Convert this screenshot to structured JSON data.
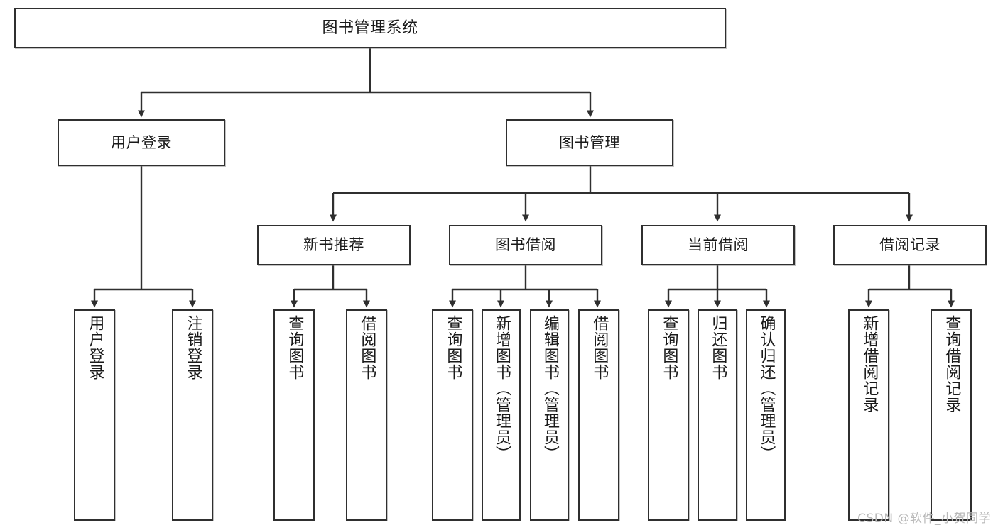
{
  "diagram": {
    "title": "图书管理系统",
    "type": "hierarchy-tree",
    "watermark": "CSDN @软件_小贺同学",
    "colors": {
      "border": "#2f2f2f",
      "fill": "#ffffff",
      "text": "#1a1a1a",
      "edge": "#2f2f2f",
      "watermark": "#b9b9b9"
    },
    "nodes": {
      "root": {
        "label": "图书管理系统"
      },
      "level2": [
        {
          "label": "用户登录"
        },
        {
          "label": "图书管理"
        }
      ],
      "level3": [
        {
          "label": "新书推荐"
        },
        {
          "label": "图书借阅"
        },
        {
          "label": "当前借阅"
        },
        {
          "label": "借阅记录"
        }
      ],
      "leaves": {
        "user_login": [
          {
            "label": "用户登录"
          },
          {
            "label": "注销登录"
          }
        ],
        "new_book": [
          {
            "label": "查询图书"
          },
          {
            "label": "借阅图书"
          }
        ],
        "book_borrow": [
          {
            "label": "查询图书"
          },
          {
            "label": "新增图书（管理员）"
          },
          {
            "label": "编辑图书（管理员）"
          },
          {
            "label": "借阅图书"
          }
        ],
        "current_borrow": [
          {
            "label": "查询图书"
          },
          {
            "label": "归还图书"
          },
          {
            "label": "确认归还（管理员）"
          }
        ],
        "borrow_record": [
          {
            "label": "新增借阅记录"
          },
          {
            "label": "查询借阅记录"
          }
        ]
      }
    }
  }
}
